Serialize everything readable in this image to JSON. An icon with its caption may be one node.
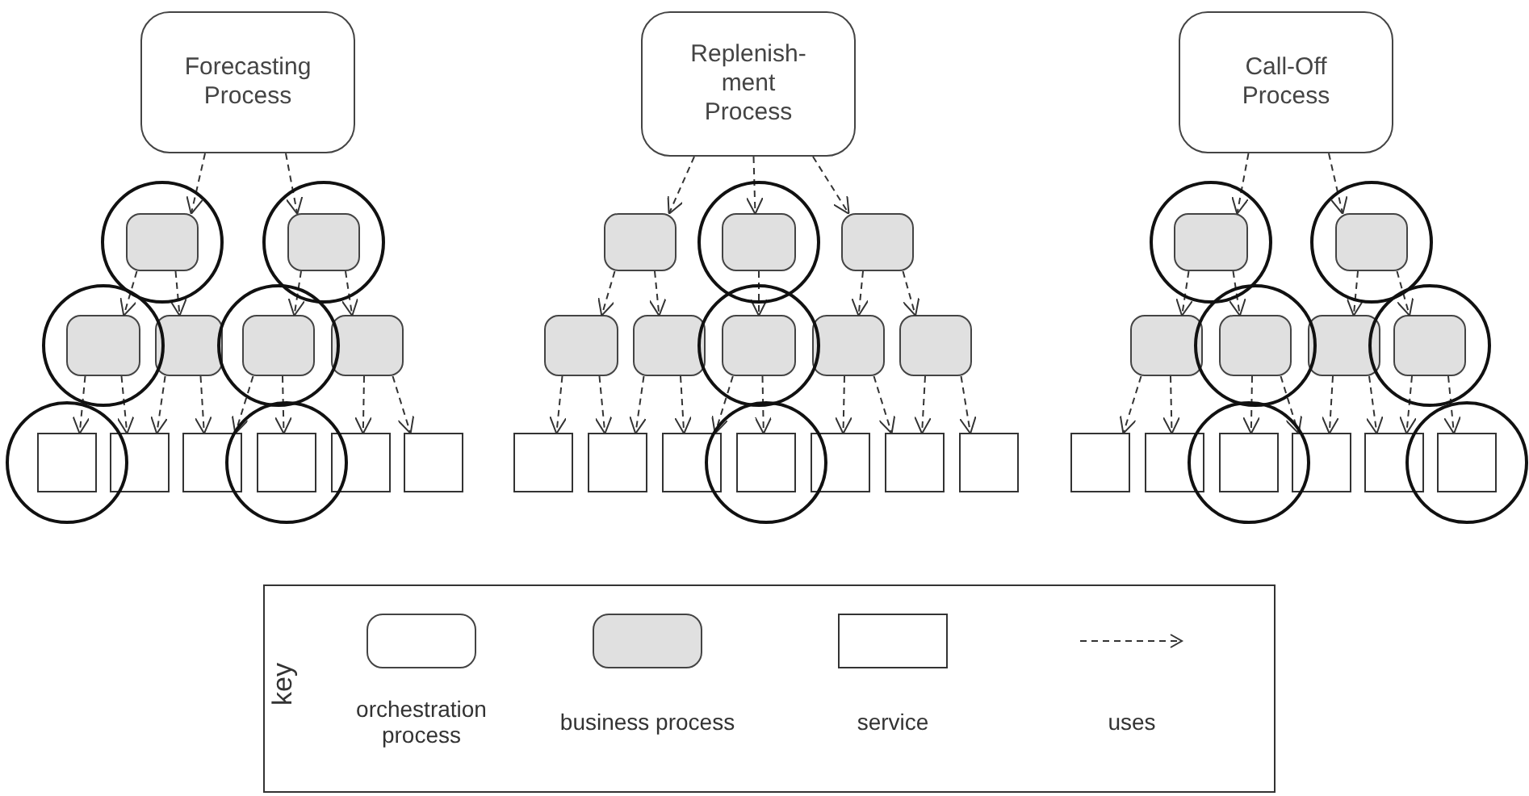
{
  "diagram": {
    "nodes": [
      {
        "text": [
          "Forecasting Process"
        ]
      },
      {
        "text": [],
        "shape": "box"
      },
      {
        "text": [],
        "shape": "box"
      },
      {
        "text": [],
        "shape": "box"
      },
      {
        "text": [],
        "shape": "box"
      },
      {
        "text": [],
        "shape": "box"
      },
      {
        "text": [],
        "shape": "box"
      },
      {
        "text": [],
        "shape": "square"
      },
      {
        "text": [],
        "shape": "square"
      },
      {
        "text": [],
        "shape": "square"
      },
      {
        "text": [],
        "shape": "square"
      },
      {
        "text": [],
        "shape": "square"
      },
      {
        "text": [],
        "shape": "square"
      },
      {
        "text": [
          "Replenish- ment Process"
        ]
      },
      {
        "text": [],
        "shape": "box"
      },
      {
        "text": [],
        "shape": "box"
      },
      {
        "text": [],
        "shape": "box"
      },
      {
        "text": [],
        "shape": "box"
      },
      {
        "text": [],
        "shape": "box"
      },
      {
        "text": [],
        "shape": "box"
      },
      {
        "text": [],
        "shape": "box"
      },
      {
        "text": [],
        "shape": "box"
      },
      {
        "text": [],
        "shape": "square"
      },
      {
        "text": [],
        "shape": "square"
      },
      {
        "text": [],
        "shape": "square"
      },
      {
        "text": [],
        "shape": "square"
      },
      {
        "text": [],
        "shape": "square"
      },
      {
        "text": [],
        "shape": "square"
      },
      {
        "text": [],
        "shape": "square"
      },
      {
        "text": [
          "Call-Off Process"
        ]
      },
      {
        "text": [],
        "shape": "box"
      },
      {
        "text": [],
        "shape": "box"
      },
      {
        "text": [],
        "shape": "box"
      },
      {
        "text": [],
        "shape": "box"
      },
      {
        "text": [],
        "shape": "box"
      },
      {
        "text": [],
        "shape": "box"
      },
      {
        "text": [],
        "shape": "square"
      },
      {
        "text": [],
        "shape": "square"
      },
      {
        "text": [],
        "shape": "square"
      },
      {
        "text": [],
        "shape": "square"
      },
      {
        "text": [],
        "shape": "square"
      },
      {
        "text": [],
        "shape": "square"
      }
    ],
    "edges": [
      {
        "from": 0,
        "to": 1,
        "arrow": "to"
      },
      {
        "from": 0,
        "to": 2,
        "arrow": "to"
      },
      {
        "from": 1,
        "to": 3,
        "arrow": "to"
      },
      {
        "from": 1,
        "to": 4,
        "arrow": "to"
      },
      {
        "from": 2,
        "to": 5,
        "arrow": "to"
      },
      {
        "from": 2,
        "to": 6,
        "arrow": "to"
      },
      {
        "from": 3,
        "to": 7,
        "arrow": "to"
      },
      {
        "from": 3,
        "to": 8,
        "arrow": "to"
      },
      {
        "from": 4,
        "to": 8,
        "arrow": "to"
      },
      {
        "from": 4,
        "to": 9,
        "arrow": "to"
      },
      {
        "from": 5,
        "to": 9,
        "arrow": "to"
      },
      {
        "from": 5,
        "to": 10,
        "arrow": "to"
      },
      {
        "from": 6,
        "to": 11,
        "arrow": "to"
      },
      {
        "from": 6,
        "to": 12,
        "arrow": "to"
      },
      {
        "from": 13,
        "to": 14,
        "arrow": "to"
      },
      {
        "from": 13,
        "to": 15,
        "arrow": "to"
      },
      {
        "from": 13,
        "to": 16,
        "arrow": "to"
      },
      {
        "from": 14,
        "to": 17,
        "arrow": "to"
      },
      {
        "from": 14,
        "to": 18,
        "arrow": "to"
      },
      {
        "from": 15,
        "to": 19,
        "arrow": "to"
      },
      {
        "from": 16,
        "to": 20,
        "arrow": "to"
      },
      {
        "from": 16,
        "to": 21,
        "arrow": "to"
      },
      {
        "from": 17,
        "to": 22,
        "arrow": "to"
      },
      {
        "from": 17,
        "to": 23,
        "arrow": "to"
      },
      {
        "from": 18,
        "to": 23,
        "arrow": "to"
      },
      {
        "from": 18,
        "to": 24,
        "arrow": "to"
      },
      {
        "from": 19,
        "to": 24,
        "arrow": "to"
      },
      {
        "from": 19,
        "to": 25,
        "arrow": "to"
      },
      {
        "from": 20,
        "to": 26,
        "arrow": "to"
      },
      {
        "from": 20,
        "to": 27,
        "arrow": "to"
      },
      {
        "from": 21,
        "to": 27,
        "arrow": "to"
      },
      {
        "from": 21,
        "to": 28,
        "arrow": "to"
      },
      {
        "from": 29,
        "to": 30,
        "arrow": "to"
      },
      {
        "from": 29,
        "to": 31,
        "arrow": "to"
      },
      {
        "from": 30,
        "to": 32,
        "arrow": "to"
      },
      {
        "from": 30,
        "to": 33,
        "arrow": "to"
      },
      {
        "from": 31,
        "to": 34,
        "arrow": "to"
      },
      {
        "from": 31,
        "to": 35,
        "arrow": "to"
      },
      {
        "from": 32,
        "to": 36,
        "arrow": "to"
      },
      {
        "from": 32,
        "to": 37,
        "arrow": "to"
      },
      {
        "from": 33,
        "to": 38,
        "arrow": "to"
      },
      {
        "from": 33,
        "to": 39,
        "arrow": "to"
      },
      {
        "from": 34,
        "to": 39,
        "arrow": "to"
      },
      {
        "from": 34,
        "to": 40,
        "arrow": "to"
      },
      {
        "from": 35,
        "to": 40,
        "arrow": "to"
      },
      {
        "from": 35,
        "to": 41,
        "arrow": "to"
      }
    ],
    "labels": [
      "key"
    ],
    "legend": [
      {
        "text": "orchestration process"
      },
      {
        "text": "business process"
      },
      {
        "text": "service"
      },
      {
        "text": "uses"
      }
    ]
  }
}
